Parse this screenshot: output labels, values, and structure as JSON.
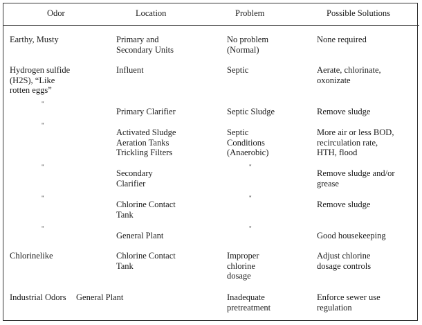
{
  "headers": [
    "Odor",
    "Location",
    "Problem",
    "Possible Solutions"
  ],
  "ditto_mark": "\"",
  "rows": [
    {
      "odor": "Earthy, Musty",
      "location": "Primary and\nSecondary Units",
      "problem": "No problem\n(Normal)",
      "solution": "None required"
    },
    {
      "odor": "Hydrogen sulfide\n(H2S), “Like\nrotten eggs”",
      "location": "Influent",
      "problem": "Septic",
      "solution": "Aerate, chlorinate,\noxonizate"
    },
    {
      "odor": "\"",
      "location": "Primary Clarifier",
      "problem": "Septic Sludge",
      "solution": "Remove sludge"
    },
    {
      "odor": "\"",
      "location": "Activated Sludge\nAeration Tanks\nTrickling Filters",
      "problem": "Septic\nConditions\n(Anaerobic)",
      "solution": "More air or less BOD,\nrecirculation rate,\nHTH, flood"
    },
    {
      "odor": "\"",
      "location": "Secondary\nClarifier",
      "problem": "\"",
      "solution": "Remove sludge and/or\ngrease"
    },
    {
      "odor": "\"",
      "location": "Chlorine Contact\nTank",
      "problem": "\"",
      "solution": "Remove sludge"
    },
    {
      "odor": "\"",
      "location": "General Plant",
      "problem": "\"",
      "solution": "Good housekeeping"
    },
    {
      "odor": "Chlorinelike",
      "location": "Chlorine Contact\nTank",
      "problem": "Improper\nchlorine\ndosage",
      "solution": "Adjust chlorine\ndosage controls"
    },
    {
      "odor": "Industrial Odors",
      "location": "General Plant",
      "problem": "Inadequate\npretreatment",
      "solution": "Enforce sewer use\nregulation"
    }
  ]
}
